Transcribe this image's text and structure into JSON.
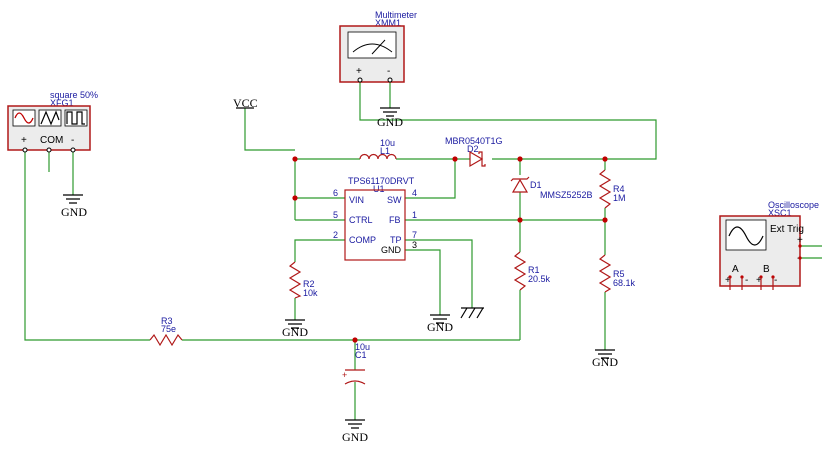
{
  "function_generator": {
    "label_top": "square 50%",
    "ref": "XFG1",
    "terminal_plus": "+",
    "terminal_com": "COM",
    "terminal_minus": "-"
  },
  "multimeter": {
    "label_top": "Multimeter",
    "ref": "XMM1",
    "terminal_plus": "+",
    "terminal_minus": "-"
  },
  "oscilloscope": {
    "label_top": "Oscilloscope",
    "ref": "XSC1",
    "ext_trig": "Ext Trig",
    "plus": "+",
    "minus": "-",
    "ch_a": "A",
    "ch_b": "B"
  },
  "vcc": {
    "label": "VCC"
  },
  "ground_label": "GND",
  "inductor": {
    "value": "10u",
    "ref": "L1"
  },
  "diode_d2": {
    "part": "MBR0540T1G",
    "ref": "D2"
  },
  "zener_d1": {
    "ref": "D1",
    "part": "MMSZ5252B"
  },
  "ic": {
    "part": "TPS61170DRVT",
    "ref": "U1",
    "pins": [
      {
        "num": "6",
        "name": "VIN"
      },
      {
        "num": "5",
        "name": "CTRL"
      },
      {
        "num": "2",
        "name": "COMP"
      },
      {
        "num": "4",
        "name": "SW"
      },
      {
        "num": "1",
        "name": "FB"
      },
      {
        "num": "7",
        "name": "TP"
      },
      {
        "num": "3",
        "name": "GND"
      }
    ]
  },
  "r1": {
    "ref": "R1",
    "value": "20.5k"
  },
  "r2": {
    "ref": "R2",
    "value": "10k"
  },
  "r3": {
    "ref": "R3",
    "value": "75e"
  },
  "r4": {
    "ref": "R4",
    "value": "1M"
  },
  "r5": {
    "ref": "R5",
    "value": "68.1k"
  },
  "c1": {
    "ref": "C1",
    "value": "10u",
    "polarity": "+"
  }
}
